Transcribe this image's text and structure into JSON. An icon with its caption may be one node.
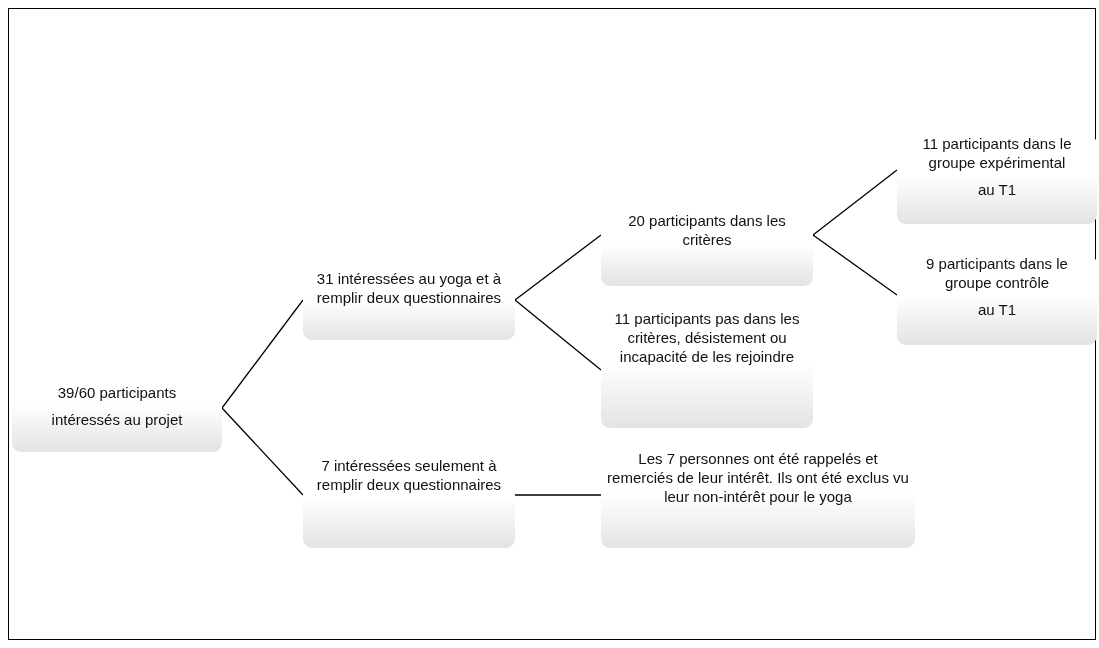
{
  "diagram": {
    "nodes": [
      {
        "text": [
          "39/60 participants",
          "intéressés au projet"
        ]
      },
      {
        "text": [
          "31 intéressées au yoga et à remplir deux questionnaires"
        ]
      },
      {
        "text": [
          "7 intéressées seulement à remplir deux questionnaires"
        ]
      },
      {
        "text": [
          "20 participants dans les critères"
        ]
      },
      {
        "text": [
          "11 participants pas dans les critères, désistement ou incapacité de les rejoindre"
        ]
      },
      {
        "text": [
          "Les 7 personnes ont été rappelés et remerciés de leur intérêt. Ils ont été exclus vu leur non-intérêt pour le yoga"
        ]
      },
      {
        "text": [
          "11 participants dans le groupe expérimental",
          "au T1"
        ]
      },
      {
        "text": [
          "9 participants dans le groupe contrôle",
          "au T1"
        ]
      }
    ],
    "edges": [
      {
        "from": 0,
        "to": 1,
        "arrow": "none"
      },
      {
        "from": 0,
        "to": 2,
        "arrow": "none"
      },
      {
        "from": 1,
        "to": 3,
        "arrow": "none"
      },
      {
        "from": 1,
        "to": 4,
        "arrow": "none"
      },
      {
        "from": 2,
        "to": 5,
        "arrow": "none"
      },
      {
        "from": 3,
        "to": 6,
        "arrow": "none"
      },
      {
        "from": 3,
        "to": 7,
        "arrow": "none"
      }
    ]
  }
}
